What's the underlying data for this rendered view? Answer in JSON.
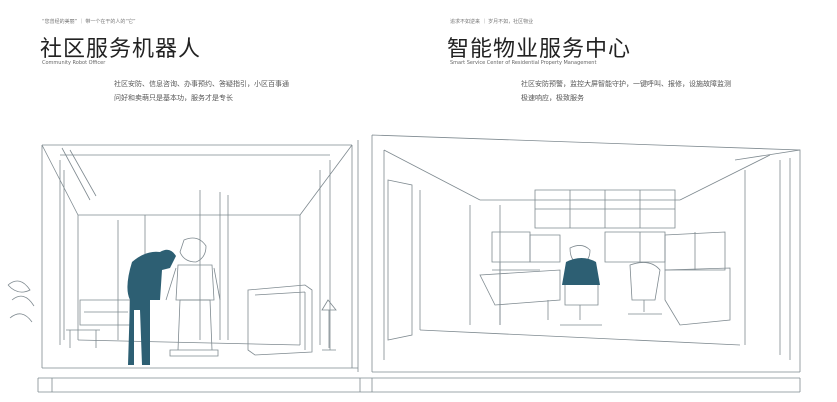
{
  "left": {
    "breadcrumb": "“您曾经的美丽” ｜ 带一个在干的人的“它”",
    "title": "社区服务机器人",
    "subtitle": "Community Robot Officer",
    "description_line1": "社区安防、信息咨询、办事预约、答疑指引，小区百事通",
    "description_line2": "问好和卖萌只是基本功，服务才是专长"
  },
  "right": {
    "breadcrumb": "追求不如逆来 ｜ 岁月不如，社区物业",
    "title": "智能物业服务中心",
    "subtitle": "Smart Service Center of Residential Property Management",
    "description_line1": "社区安防预警，监控大屏智能守护，一键呼叫、报修，设施故障监测",
    "description_line2": "极速响应，极致服务"
  },
  "colors": {
    "figure": "#2d5f73",
    "line": "#7f8a90",
    "text": "#222222"
  }
}
